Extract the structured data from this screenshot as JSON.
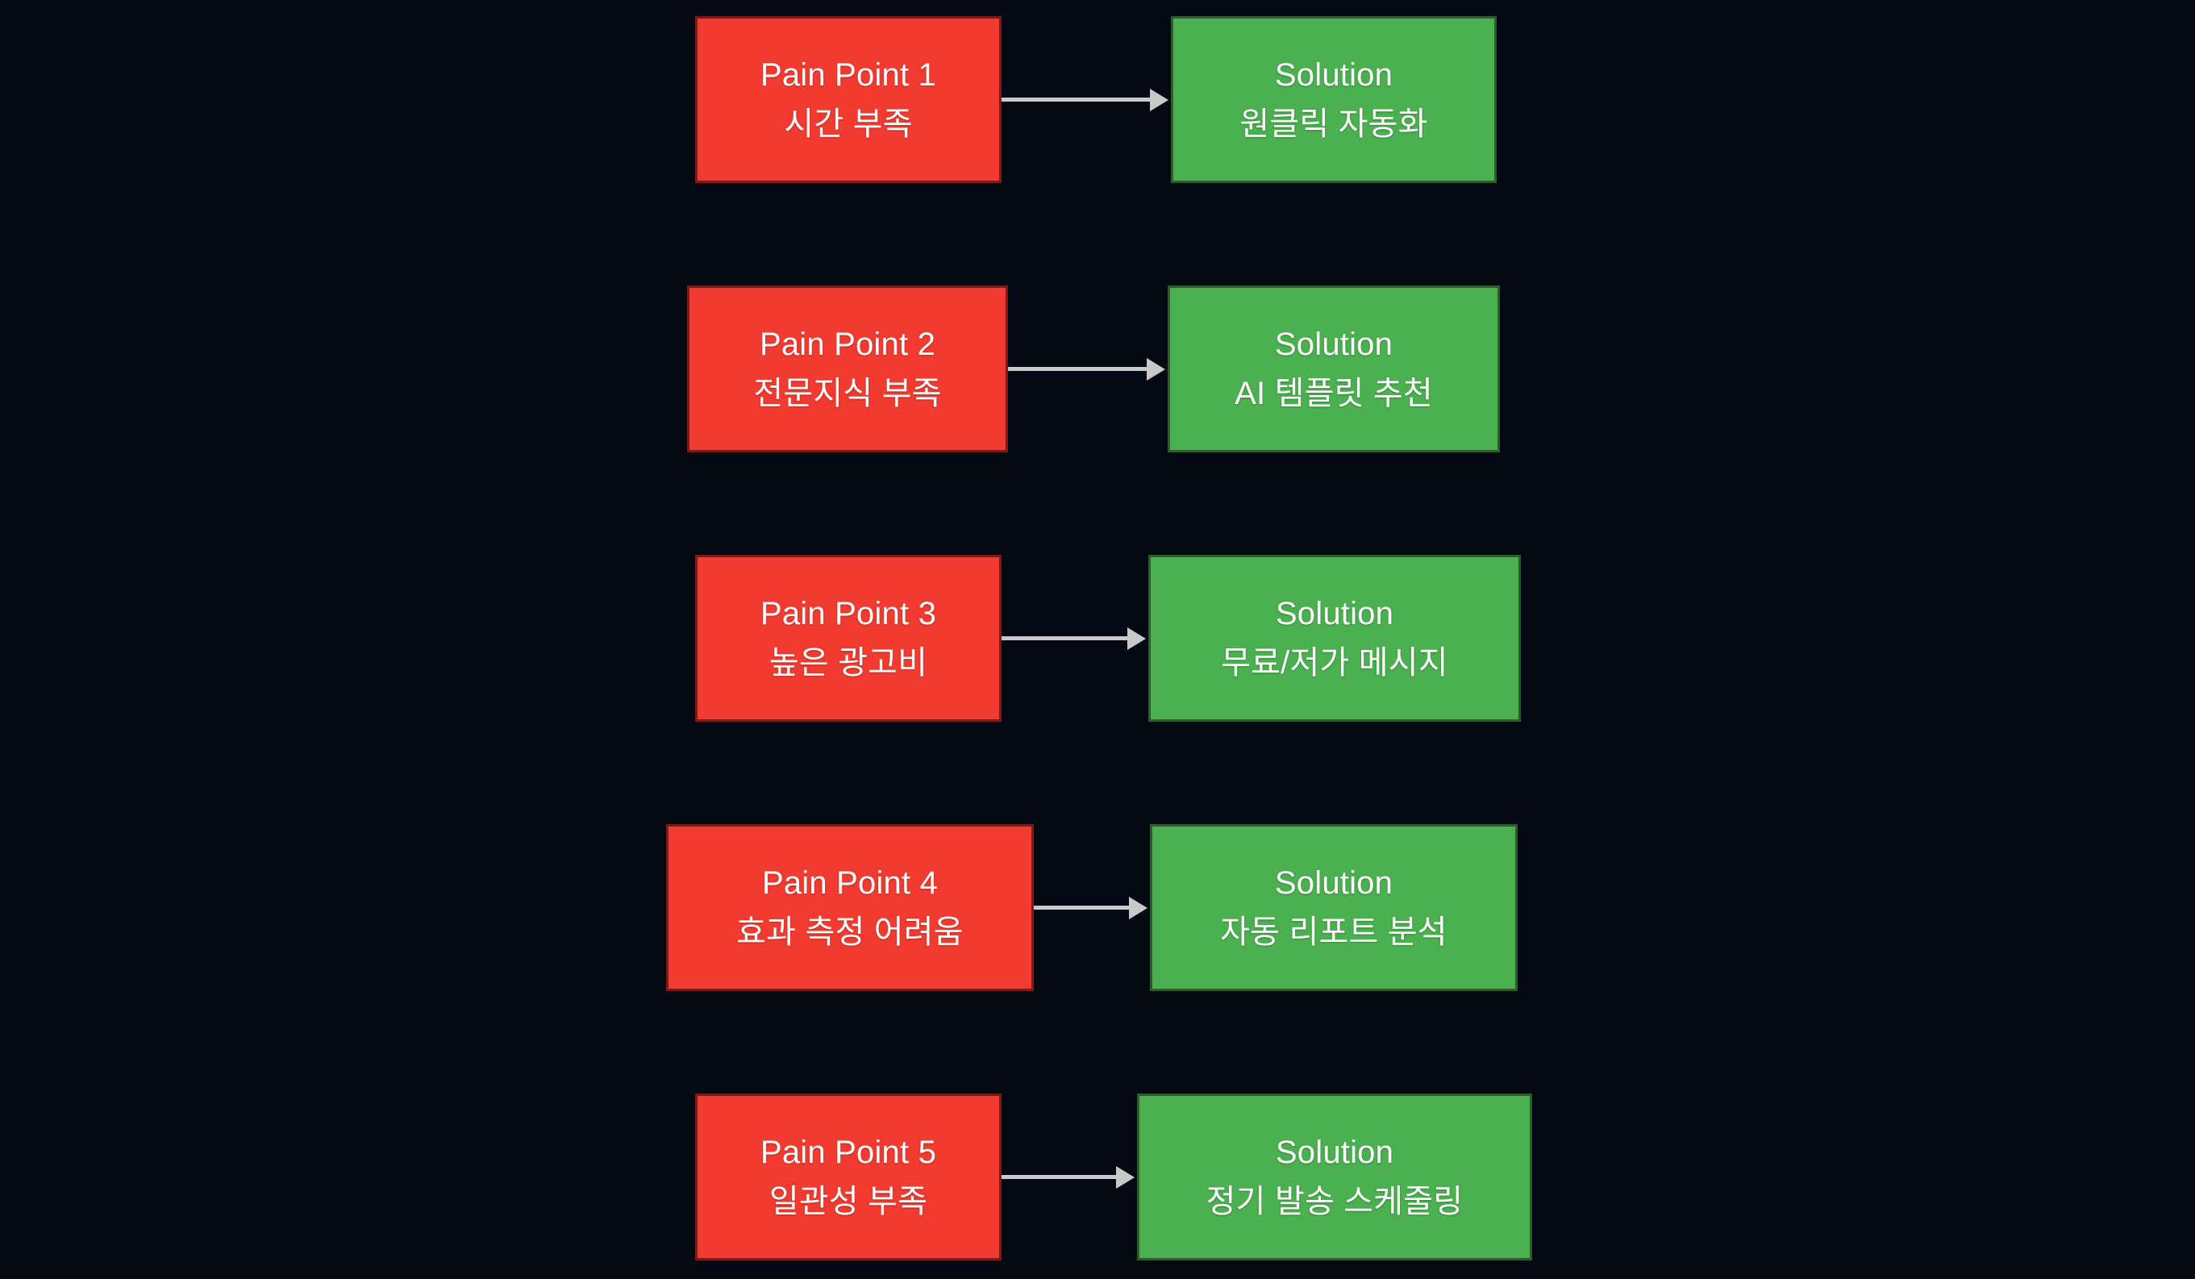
{
  "colors": {
    "background": "#040a14",
    "pain_fill": "#f23b30",
    "pain_border": "#7e1a15",
    "solution_fill": "#4bb050",
    "solution_border": "#2d5c2e",
    "arrow": "#c9c9c9",
    "text": "#ffffff"
  },
  "icons": {
    "connector": "arrow-right-icon"
  },
  "rows": [
    {
      "pain": {
        "title": "Pain Point 1",
        "subtitle": "시간 부족"
      },
      "solution": {
        "title": "Solution",
        "subtitle": "원클릭 자동화"
      }
    },
    {
      "pain": {
        "title": "Pain Point 2",
        "subtitle": "전문지식 부족"
      },
      "solution": {
        "title": "Solution",
        "subtitle": "AI 템플릿 추천"
      }
    },
    {
      "pain": {
        "title": "Pain Point 3",
        "subtitle": "높은 광고비"
      },
      "solution": {
        "title": "Solution",
        "subtitle": "무료/저가 메시지"
      }
    },
    {
      "pain": {
        "title": "Pain Point 4",
        "subtitle": "효과 측정 어려움"
      },
      "solution": {
        "title": "Solution",
        "subtitle": "자동 리포트 분석"
      }
    },
    {
      "pain": {
        "title": "Pain Point 5",
        "subtitle": "일관성 부족"
      },
      "solution": {
        "title": "Solution",
        "subtitle": "정기 발송 스케줄링"
      }
    }
  ]
}
